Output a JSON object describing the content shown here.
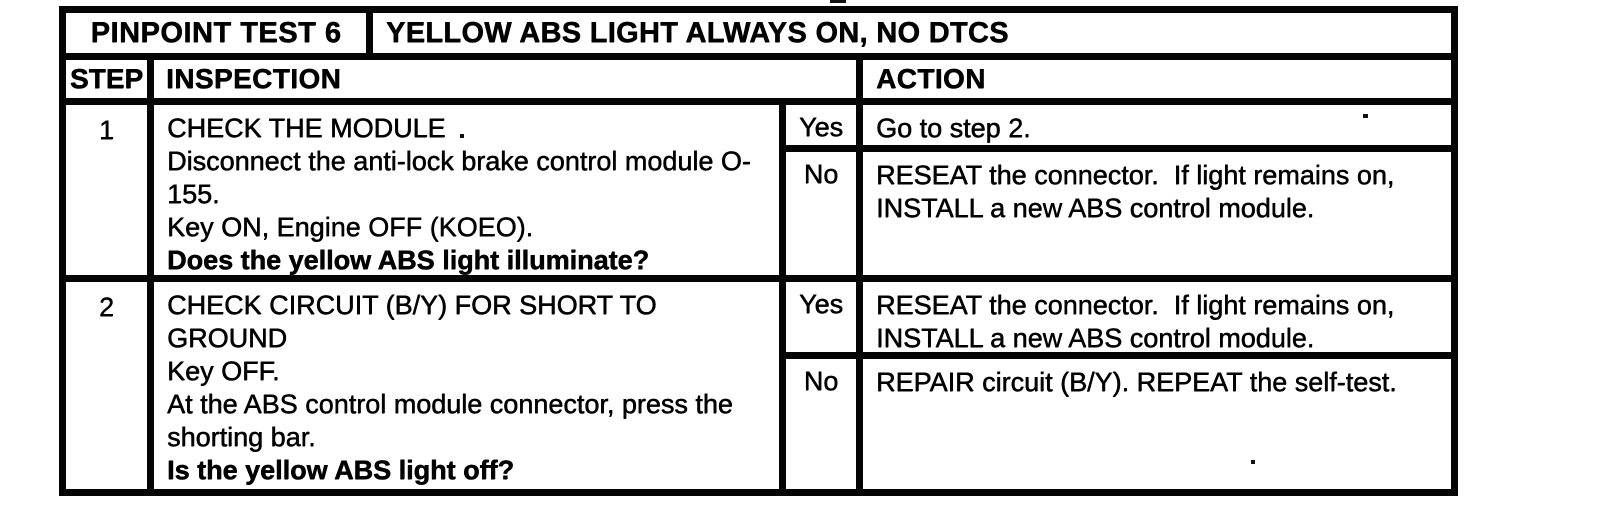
{
  "document": {
    "header": {
      "test_label": "PINPOINT TEST 6",
      "test_title": "YELLOW ABS LIGHT ALWAYS ON, NO DTCS"
    },
    "columns": {
      "step": "STEP",
      "inspection": "INSPECTION",
      "action": "ACTION"
    },
    "steps": [
      {
        "number": "1",
        "inspection_title": "CHECK THE MODULE",
        "inspection_lines": [
          "Disconnect the anti-lock brake control module O-155.",
          "Key ON, Engine OFF (KOEO)."
        ],
        "inspection_question": "Does the yellow ABS light illuminate?",
        "results": [
          {
            "label": "Yes",
            "action": "Go to step 2."
          },
          {
            "label": "No",
            "action": "RESEAT the connector.  If light remains on, INSTALL a new ABS control module."
          }
        ]
      },
      {
        "number": "2",
        "inspection_title": "CHECK CIRCUIT (B/Y) FOR SHORT TO GROUND",
        "inspection_lines": [
          "Key OFF.",
          "At the ABS control module connector, press the shorting bar."
        ],
        "inspection_question": "Is the yellow ABS light off?",
        "results": [
          {
            "label": "Yes",
            "action": "RESEAT the connector.  If light remains on, INSTALL a new ABS control module."
          },
          {
            "label": "No",
            "action": "REPAIR circuit (B/Y). REPEAT the self-test."
          }
        ]
      }
    ]
  }
}
